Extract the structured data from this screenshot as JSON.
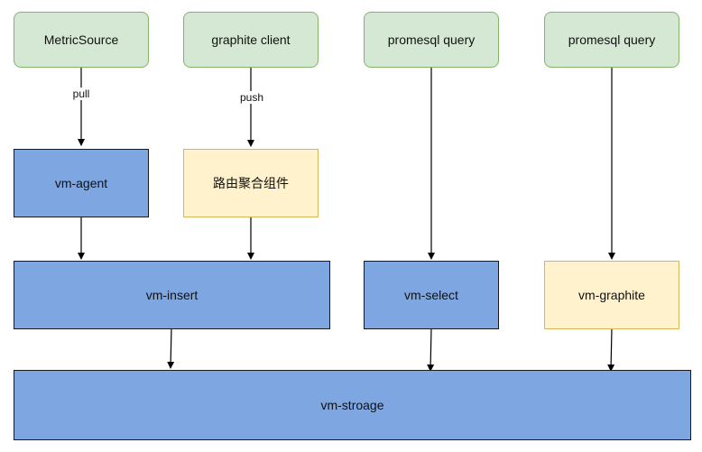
{
  "nodes": {
    "metric_source": "MetricSource",
    "graphite_client": "graphite client",
    "promesql_query_1": "promesql query",
    "promesql_query_2": "promesql query",
    "vm_agent": "vm-agent",
    "router_aggregator": "路由聚合组件",
    "vm_insert": "vm-insert",
    "vm_select": "vm-select",
    "vm_graphite": "vm-graphite",
    "vm_storage": "vm-stroage"
  },
  "edge_labels": {
    "pull": "pull",
    "push": "push"
  },
  "colors": {
    "source_fill": "#d5e8d4",
    "source_stroke": "#82b366",
    "component_fill": "#7ea6e0",
    "highlight_fill": "#fff2cc",
    "highlight_stroke": "#d6b656"
  }
}
